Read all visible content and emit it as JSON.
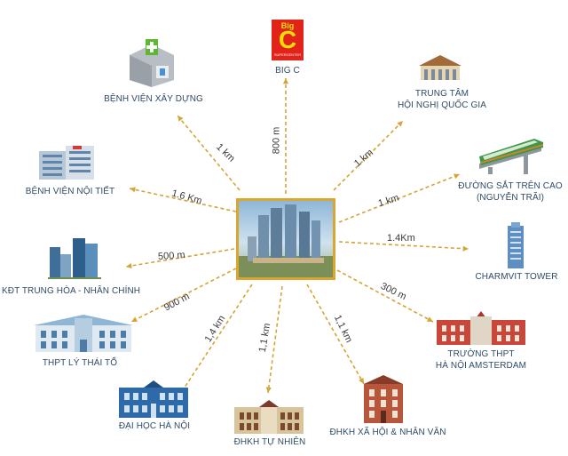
{
  "center": {
    "icon": "building-project-image"
  },
  "places": [
    {
      "key": "big-c",
      "label_lines": [
        "BIG C"
      ],
      "distance": "800 m",
      "icon": "big-c-logo",
      "logo_text": "Big",
      "logo_letter": "C",
      "logo_sub": "SUPERCENTER"
    },
    {
      "key": "benh-vien-xay-dung",
      "label_lines": [
        "BỆNH VIỆN XÂY DỰNG"
      ],
      "distance": "1 km",
      "icon": "hospital-icon"
    },
    {
      "key": "trung-tam-hoi-nghi",
      "label_lines": [
        "TRUNG TÂM",
        "HỘI NGHỊ QUỐC GIA"
      ],
      "distance": "1 km",
      "icon": "convention-center-icon"
    },
    {
      "key": "benh-vien-noi-tiet",
      "label_lines": [
        "BỆNH VIỆN NỘI TIẾT"
      ],
      "distance": "1.6 Km",
      "icon": "hospital-building-icon"
    },
    {
      "key": "duong-sat-tren-cao",
      "label_lines": [
        "ĐƯỜNG SẮT TRÊN CAO",
        "(NGUYỄN TRÃI)"
      ],
      "distance": "1 km",
      "icon": "metro-train-icon"
    },
    {
      "key": "kdt-trung-hoa",
      "label_lines": [
        "KĐT TRUNG HÒA - NHÂN CHÍNH"
      ],
      "distance": "500 m",
      "icon": "city-towers-icon"
    },
    {
      "key": "charmvit-tower",
      "label_lines": [
        "CHARMVIT TOWER"
      ],
      "distance": "1.4Km",
      "icon": "skyscraper-icon"
    },
    {
      "key": "thpt-ly-thai-to",
      "label_lines": [
        "THPT LÝ THÁI TỔ"
      ],
      "distance": "900 m",
      "icon": "school-icon"
    },
    {
      "key": "truong-thpt-amsterdam",
      "label_lines": [
        "TRƯỜNG THPT",
        "HÀ NỘI AMSTERDAM"
      ],
      "distance": "300 m",
      "icon": "school-red-icon"
    },
    {
      "key": "dai-hoc-ha-noi",
      "label_lines": [
        "ĐẠI HỌC HÀ NỘI"
      ],
      "distance": "1,4 km",
      "icon": "university-icon"
    },
    {
      "key": "dhkh-tu-nhien",
      "label_lines": [
        "ĐHKH TỰ NHIÊN"
      ],
      "distance": "1,1 km",
      "icon": "university-hall-icon"
    },
    {
      "key": "dhkh-xa-hoi",
      "label_lines": [
        "ĐHKH XÃ HỘI & NHÂN VĂN"
      ],
      "distance": "1,1 km",
      "icon": "university-brick-icon"
    }
  ],
  "colors": {
    "arrow": "#d4a437",
    "label": "#2f4b66",
    "center_border": "#d9a62e"
  }
}
